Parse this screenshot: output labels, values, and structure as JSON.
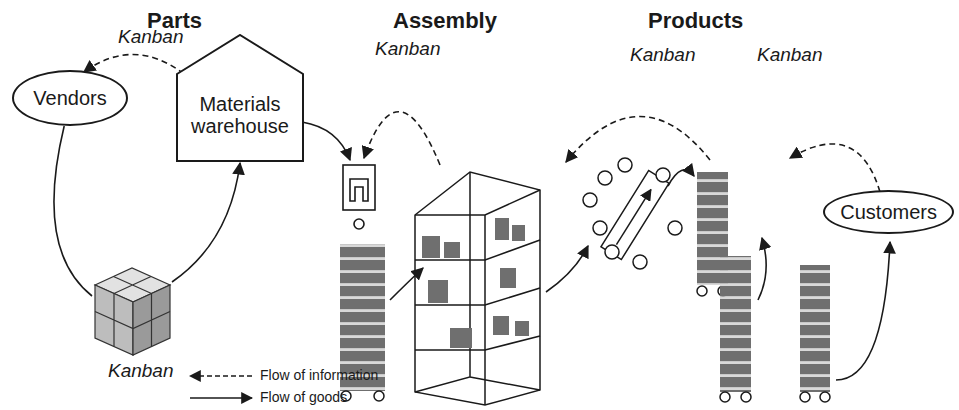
{
  "diagram": {
    "nodes": [
      {
        "text": [
          "Vendors"
        ]
      },
      {
        "text": [
          "Materials warehouse"
        ]
      },
      {
        "text": [
          "Customers"
        ]
      }
    ],
    "edges": [
      {
        "from": 1,
        "to": 0,
        "arrow": "to"
      },
      {
        "from": 0,
        "to": 1,
        "arrow": "to"
      }
    ],
    "labels": [
      "Parts",
      "Assembly",
      "Products",
      "Kanban",
      "Kanban",
      "Kanban",
      "Kanban",
      "Kanban"
    ],
    "legend": [
      {
        "text": "Flow of information"
      },
      {
        "text": "Flow of goods"
      }
    ]
  }
}
